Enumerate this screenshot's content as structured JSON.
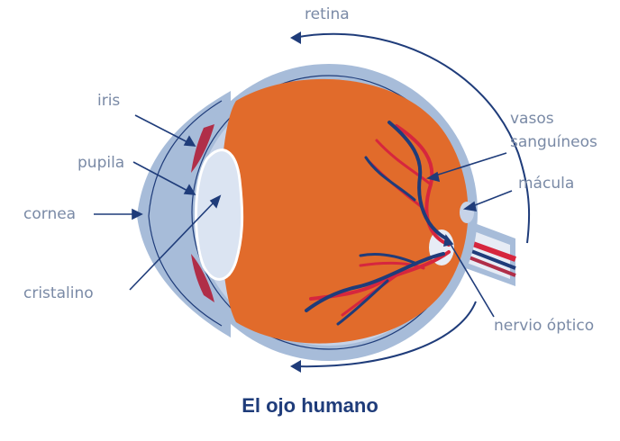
{
  "title": "El ojo humano",
  "labels": {
    "retina": "retina",
    "iris": "iris",
    "pupila": "pupila",
    "cornea": "cornea",
    "cristalino": "cristalino",
    "vasos_line1": "vasos",
    "vasos_line2": "sanguíneos",
    "macula": "mácula",
    "nervio": "nervio óptico"
  },
  "colors": {
    "label_text": "#7a8aa6",
    "title_text": "#1f3c7a",
    "arrow": "#1f3c7a",
    "sclera": "#a7bcd9",
    "vitreous": "#e16b2b",
    "artery": "#d6263e",
    "vein": "#1f3c7a",
    "lens": "#dbe4f2",
    "iris": "#b02e48"
  }
}
